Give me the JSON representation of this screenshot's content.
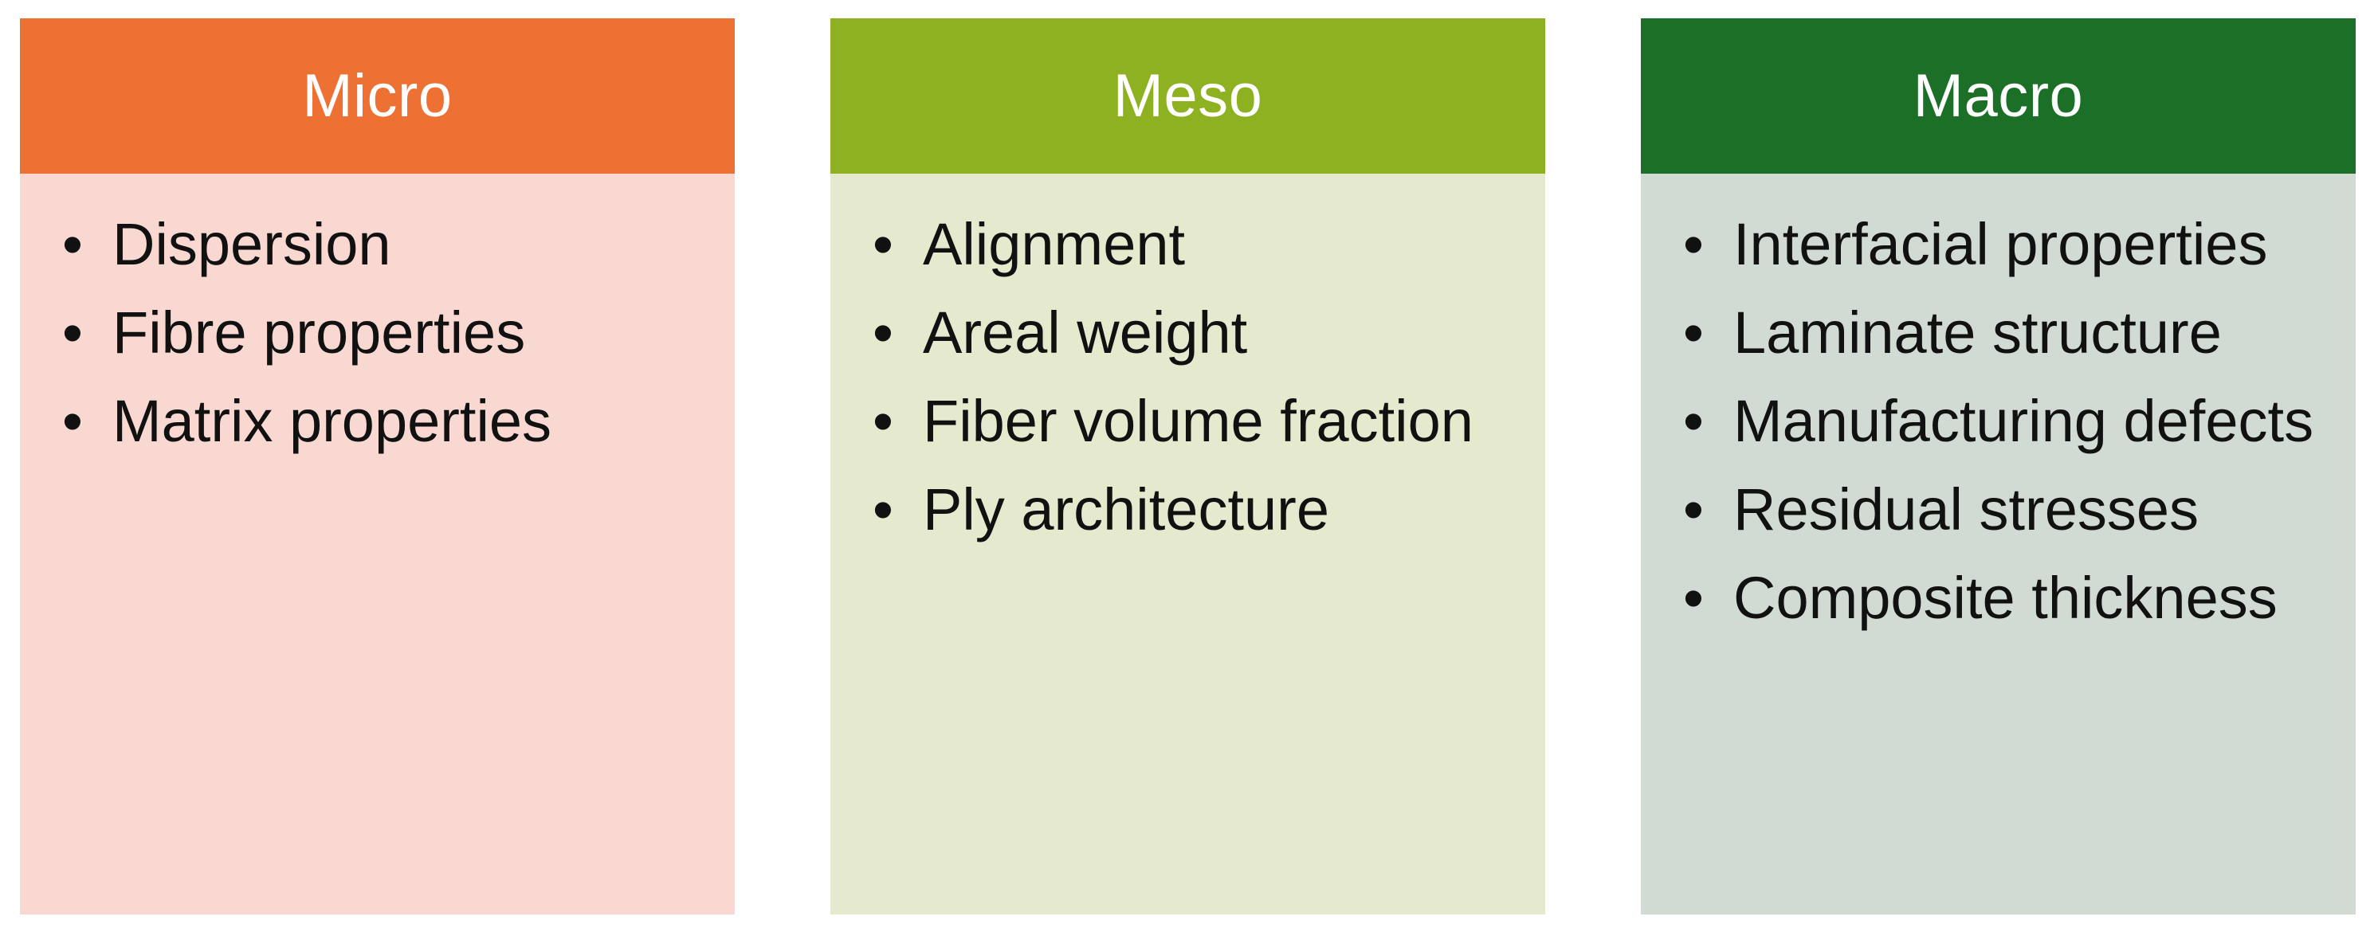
{
  "columns": [
    {
      "title": "Micro",
      "items": [
        "Dispersion",
        "Fibre properties",
        "Matrix properties"
      ]
    },
    {
      "title": "Meso",
      "items": [
        "Alignment",
        "Areal weight",
        "Fiber volume fraction",
        "Ply architecture"
      ]
    },
    {
      "title": "Macro",
      "items": [
        "Interfacial properties",
        "Laminate structure",
        "Manufacturing defects",
        "Residual stresses",
        "Composite thickness"
      ]
    }
  ],
  "colors": {
    "micro_header": "#EC7133",
    "micro_body": "#F8D8D0",
    "meso_header": "#8DB120",
    "meso_body": "#E5E9CD",
    "macro_header": "#1B6F26",
    "macro_body": "#D1DAD3"
  },
  "bullet_glyph": "•"
}
